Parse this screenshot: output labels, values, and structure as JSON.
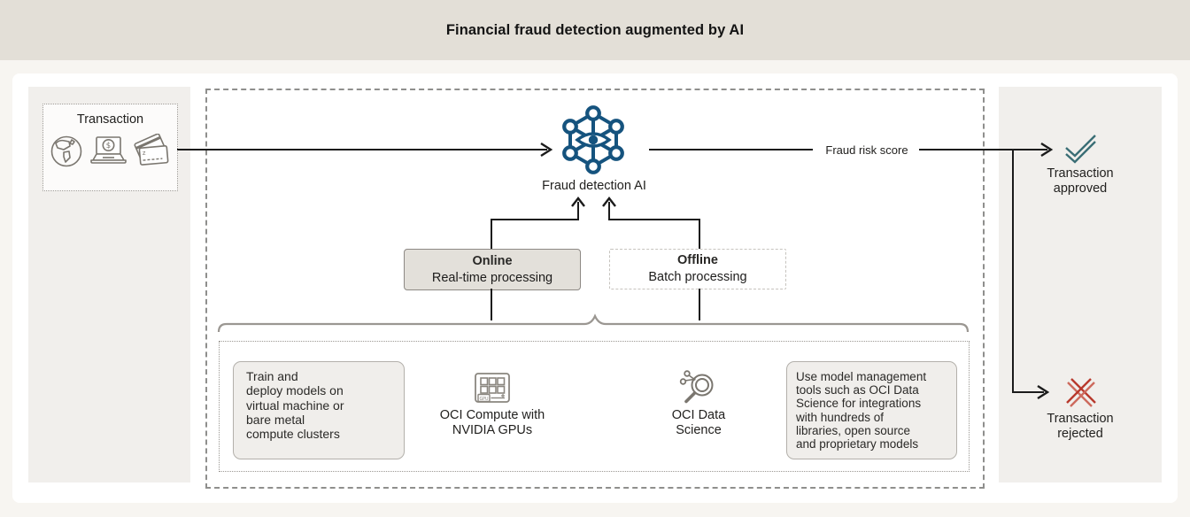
{
  "header": {
    "title": "Financial fraud detection augmented by AI"
  },
  "left_panel": {
    "transaction_label": "Transaction",
    "icons": [
      "globe-icon",
      "laptop-payment-icon",
      "credit-cards-icon"
    ]
  },
  "pipeline": {
    "ai_node": {
      "label": "Fraud detection AI",
      "icon": "ai-network-eye-icon"
    },
    "output_label": "Fraud risk score",
    "online_box": {
      "title": "Online",
      "subtitle": "Real-time processing"
    },
    "offline_box": {
      "title": "Offline",
      "subtitle": "Batch processing"
    },
    "infrastructure": {
      "train_note": "Train and\ndeploy models on\nvirtual machine or\nbare metal\ncompute clusters",
      "gpu_item": {
        "icon": "gpu-icon",
        "label": "OCI Compute with\nNVIDIA GPUs"
      },
      "data_science_item": {
        "icon": "data-science-magnifier-icon",
        "label": "OCI Data\nScience"
      },
      "model_note": "Use model management\ntools such as OCI Data\nScience for integrations\nwith hundreds of\nlibraries, open source\nand proprietary models"
    }
  },
  "right_panel": {
    "approved": {
      "label": "Transaction\napproved",
      "icon": "double-check-icon"
    },
    "rejected": {
      "label": "Transaction\nrejected",
      "icon": "double-x-icon"
    }
  },
  "colors": {
    "banner_bg": "#e3dfd7",
    "page_bg": "#f7f5f1",
    "panel_bg": "#f1efec",
    "note_fill": "#f0eeeb",
    "online_fill": "#e3e0da",
    "ai_blue": "#15537e",
    "approved_teal": "#3a6e75",
    "rejected_red": "#c0443a",
    "flow_line": "#1b1b1b",
    "icon_gray": "#7a766f"
  }
}
